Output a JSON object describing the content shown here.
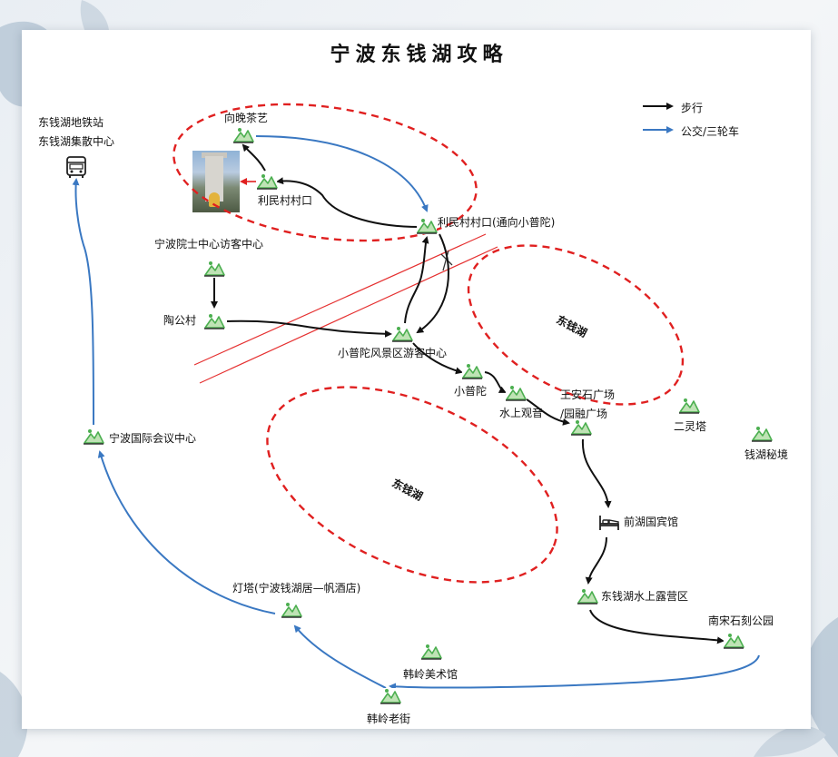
{
  "title": "宁波东钱湖攻略",
  "legend": {
    "walk": "步行",
    "bus": "公交/三轮车"
  },
  "colors": {
    "walk": "#111111",
    "bus": "#3a78c2",
    "lake_outline": "#e02020",
    "rail": "#e53030",
    "icon_green": "#4caf50"
  },
  "places": {
    "metro_station": "东钱湖地铁站",
    "transfer_center": "东钱湖集散中心",
    "xiangwan_tea": "向晚茶艺",
    "limin_village": "利民村村口",
    "limin_village_xiaoputuo": "利民村村口(通向小普陀)",
    "academician_center": "宁波院士中心访客中心",
    "taogong_village": "陶公村",
    "xiaoputuo_visitor_center": "小普陀风景区游客中心",
    "xiaoputuo": "小普陀",
    "shuishang_guanyin": "水上观音",
    "wanganshi_square": "王安石广场",
    "yuanrong_square": "/园融广场",
    "erling_tower": "二灵塔",
    "qianhu_secret": "钱湖秘境",
    "conference_center": "宁波国际会议中心",
    "qianhu_hotel": "前湖国宾馆",
    "camping_area": "东钱湖水上露营区",
    "lighthouse": "灯塔(宁波钱湖居—帆酒店)",
    "song_stone_park": "南宋石刻公园",
    "hanling_museum": "韩岭美术馆",
    "hanling_old_street": "韩岭老街",
    "lake_north": "东钱湖",
    "lake_south": "东钱湖"
  },
  "icons": {
    "scenic": "mountain-scenic-icon",
    "bus": "bus-icon",
    "hotel": "bed-icon",
    "photo": "village-gate-photo"
  }
}
